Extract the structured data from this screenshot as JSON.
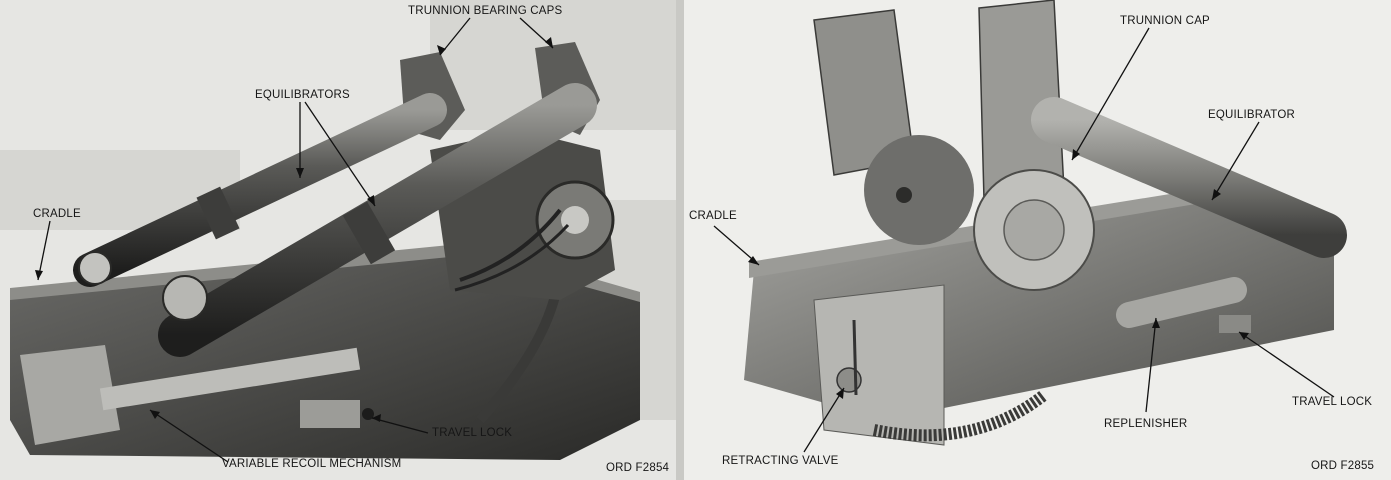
{
  "left": {
    "labels": {
      "trunnion_bearing_caps": "TRUNNION BEARING CAPS",
      "equilibrators": "EQUILIBRATORS",
      "cradle": "CRADLE",
      "travel_lock": "TRAVEL LOCK",
      "variable_recoil_mechanism": "VARIABLE RECOIL MECHANISM"
    },
    "figure_ref": "ORD F2854"
  },
  "right": {
    "labels": {
      "trunnion_cap": "TRUNNION CAP",
      "equilibrator": "EQUILIBRATOR",
      "cradle": "CRADLE",
      "replenisher": "REPLENISHER",
      "travel_lock": "TRAVEL LOCK",
      "retracting_valve": "RETRACTING VALVE"
    },
    "figure_ref": "ORD F2855"
  }
}
